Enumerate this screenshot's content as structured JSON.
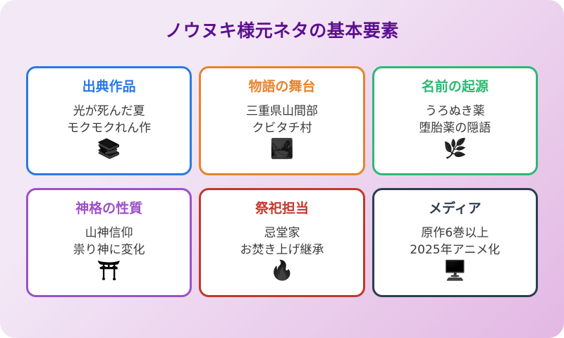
{
  "title": "ノウヌキ様元ネタの基本要素",
  "theme": {
    "background_start": "#f3e8f6",
    "background_end": "#e3b8e4",
    "title_color": "#5b0f8f",
    "card_background": "#ffffff",
    "body_text_color": "#3a3a3a"
  },
  "cards": [
    {
      "title": "出典作品",
      "color": "#2979e8",
      "lines": [
        "光が死んだ夏",
        "モクモクれん作"
      ],
      "icon": "📚",
      "icon_name": "books-icon"
    },
    {
      "title": "物語の舞台",
      "color": "#e8832b",
      "lines": [
        "三重県山間部",
        "クビタチ村"
      ],
      "icon": "🏞️",
      "icon_name": "mountain-landscape-icon"
    },
    {
      "title": "名前の起源",
      "color": "#2eb872",
      "lines": [
        "うろぬき薬",
        "堕胎薬の隠語"
      ],
      "icon": "🌿",
      "icon_name": "herb-plant-icon"
    },
    {
      "title": "神格の性質",
      "color": "#9b51c9",
      "lines": [
        "山神信仰",
        "祟り神に変化"
      ],
      "icon": "⛩️",
      "icon_name": "torii-gate-icon"
    },
    {
      "title": "祭祀担当",
      "color": "#c0392b",
      "lines": [
        "忌堂家",
        "お焚き上げ継承"
      ],
      "icon": "🔥",
      "icon_name": "flame-icon"
    },
    {
      "title": "メディア",
      "color": "#2c3e50",
      "lines": [
        "原作6巻以上",
        "2025年アニメ化"
      ],
      "icon": "🖥️",
      "icon_name": "monitor-tv-icon"
    }
  ]
}
